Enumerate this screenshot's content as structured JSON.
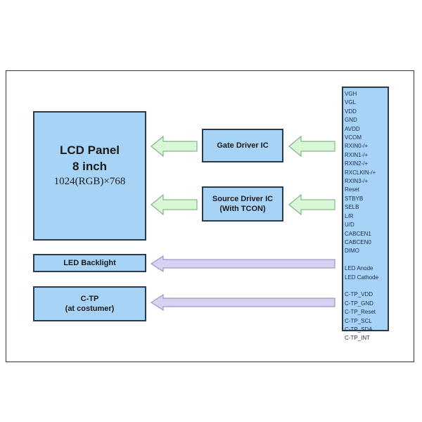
{
  "lcd_panel": {
    "title": "LCD Panel",
    "size": "8 inch",
    "resolution": "1024(RGB)×768"
  },
  "led_backlight": "LED Backlight",
  "ctp": {
    "title": "C-TP",
    "note": "(at costumer)"
  },
  "gate_driver": "Gate Driver IC",
  "source_driver": {
    "title": "Source Driver IC",
    "note": "(With TCON)"
  },
  "pins": {
    "group1": [
      "VGH",
      "VGL",
      "VDD",
      "GND",
      "AVDD",
      "VCOM",
      "RXIN0-/+",
      "RXIN1-/+",
      "RXIN2-/+",
      "RXCLKIN-/+",
      "RXIN3-/+",
      "Reset",
      "STBYB",
      "SELB",
      "L/R",
      "U/D",
      "CABCEN1",
      "CABCEN0",
      "DIMO"
    ],
    "group2": [
      "LED Anode",
      "LED Cathode"
    ],
    "group3": [
      "C-TP_VDD",
      "C-TP_GND",
      "C-TP_Reset",
      "C-TP_SCL",
      "C-TP_SDA",
      "C-TP_INT"
    ]
  },
  "colors": {
    "box": "#a7d3f7",
    "green_arrow": "#d9f7d6",
    "purple_arrow": "#d6d2f2"
  }
}
